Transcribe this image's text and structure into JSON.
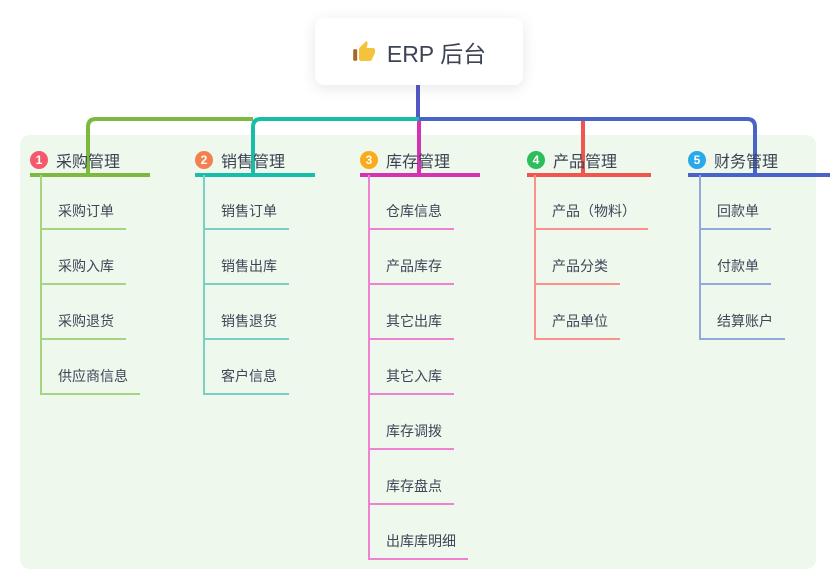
{
  "canvas": {
    "background": "#ffffff",
    "panel_background": "#eef8ec"
  },
  "root": {
    "icon": "thumbs-up",
    "icon_char": "👍",
    "label": "ERP 后台",
    "connector_color": "#5257c5"
  },
  "branches": [
    {
      "number": "1",
      "label": "采购管理",
      "badge_color": "#f5596d",
      "line_color": "#7cb93e",
      "child_line_color": "#a5d581",
      "items": [
        "采购订单",
        "采购入库",
        "采购退货",
        "供应商信息"
      ]
    },
    {
      "number": "2",
      "label": "销售管理",
      "badge_color": "#f3814f",
      "line_color": "#17bda9",
      "child_line_color": "#79d0c4",
      "items": [
        "销售订单",
        "销售出库",
        "销售退货",
        "客户信息"
      ]
    },
    {
      "number": "3",
      "label": "库存管理",
      "badge_color": "#fbab19",
      "line_color": "#d433b2",
      "child_line_color": "#ee82d2",
      "items": [
        "仓库信息",
        "产品库存",
        "其它出库",
        "其它入库",
        "库存调拨",
        "库存盘点",
        "出库库明细"
      ]
    },
    {
      "number": "4",
      "label": "产品管理",
      "badge_color": "#2ebd5b",
      "line_color": "#f0564e",
      "child_line_color": "#f8928b",
      "items": [
        "产品（物料）",
        "产品分类",
        "产品单位"
      ]
    },
    {
      "number": "5",
      "label": "财务管理",
      "badge_color": "#29a9ea",
      "line_color": "#4a63c8",
      "child_line_color": "#92a9dd",
      "items": [
        "回款单",
        "付款单",
        "结算账户"
      ]
    }
  ]
}
